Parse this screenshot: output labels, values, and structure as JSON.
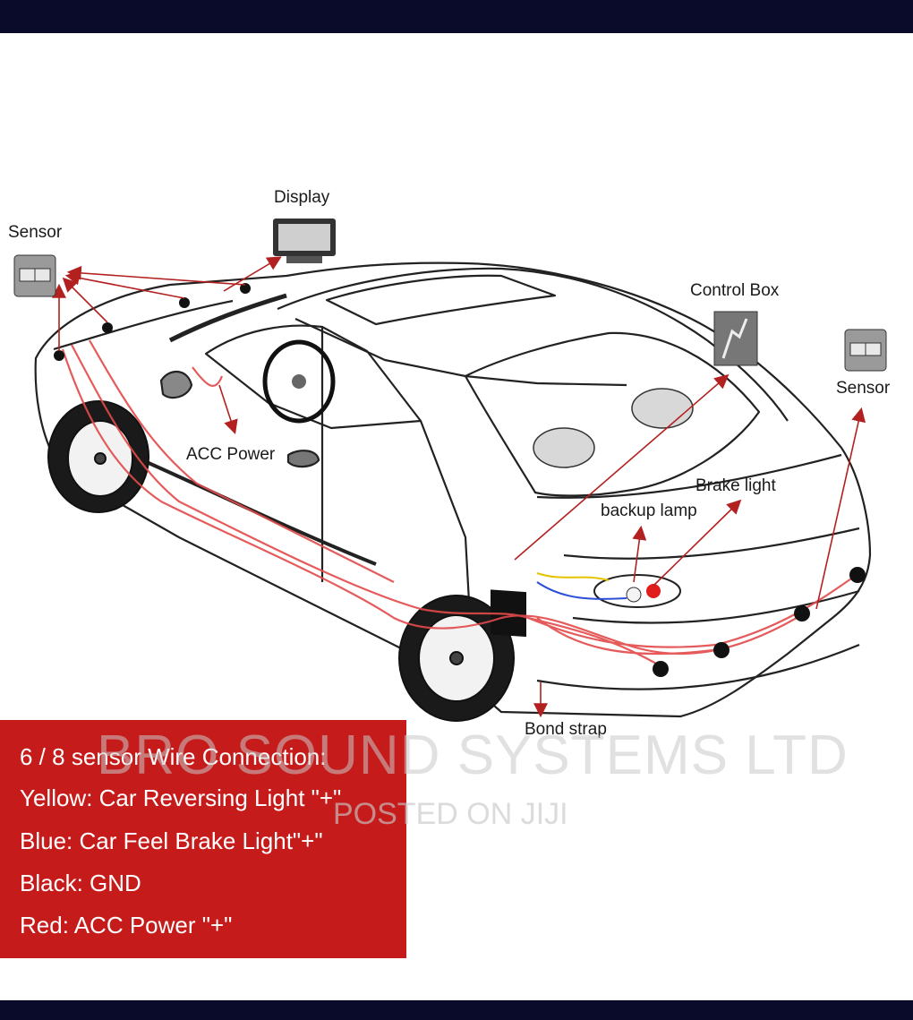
{
  "labels": {
    "display": "Display",
    "sensor_left": "Sensor",
    "sensor_right": "Sensor",
    "control_box": "Control Box",
    "acc_power": "ACC Power",
    "brake_light": "Brake light",
    "backup_lamp": "backup lamp",
    "bond_strap": "Bond strap"
  },
  "legend": {
    "title": "6 / 8 sensor Wire Connection:",
    "lines": [
      "Yellow: Car Reversing Light \"+\"",
      "Blue: Car Feel Brake Light\"+\"",
      "Black: GND",
      "Red:  ACC Power \"+\""
    ]
  },
  "watermark": {
    "main": "BRO SOUND SYSTEMS LTD",
    "sub": "POSTED ON JIJI"
  },
  "colors": {
    "legend_bg": "#c61b1b",
    "wire_red": "#e34a4a",
    "arrow": "#b32020",
    "frame_bars": "#0a0a2a"
  },
  "icons": [
    "sensor-icon",
    "display-icon",
    "control-box-icon"
  ]
}
